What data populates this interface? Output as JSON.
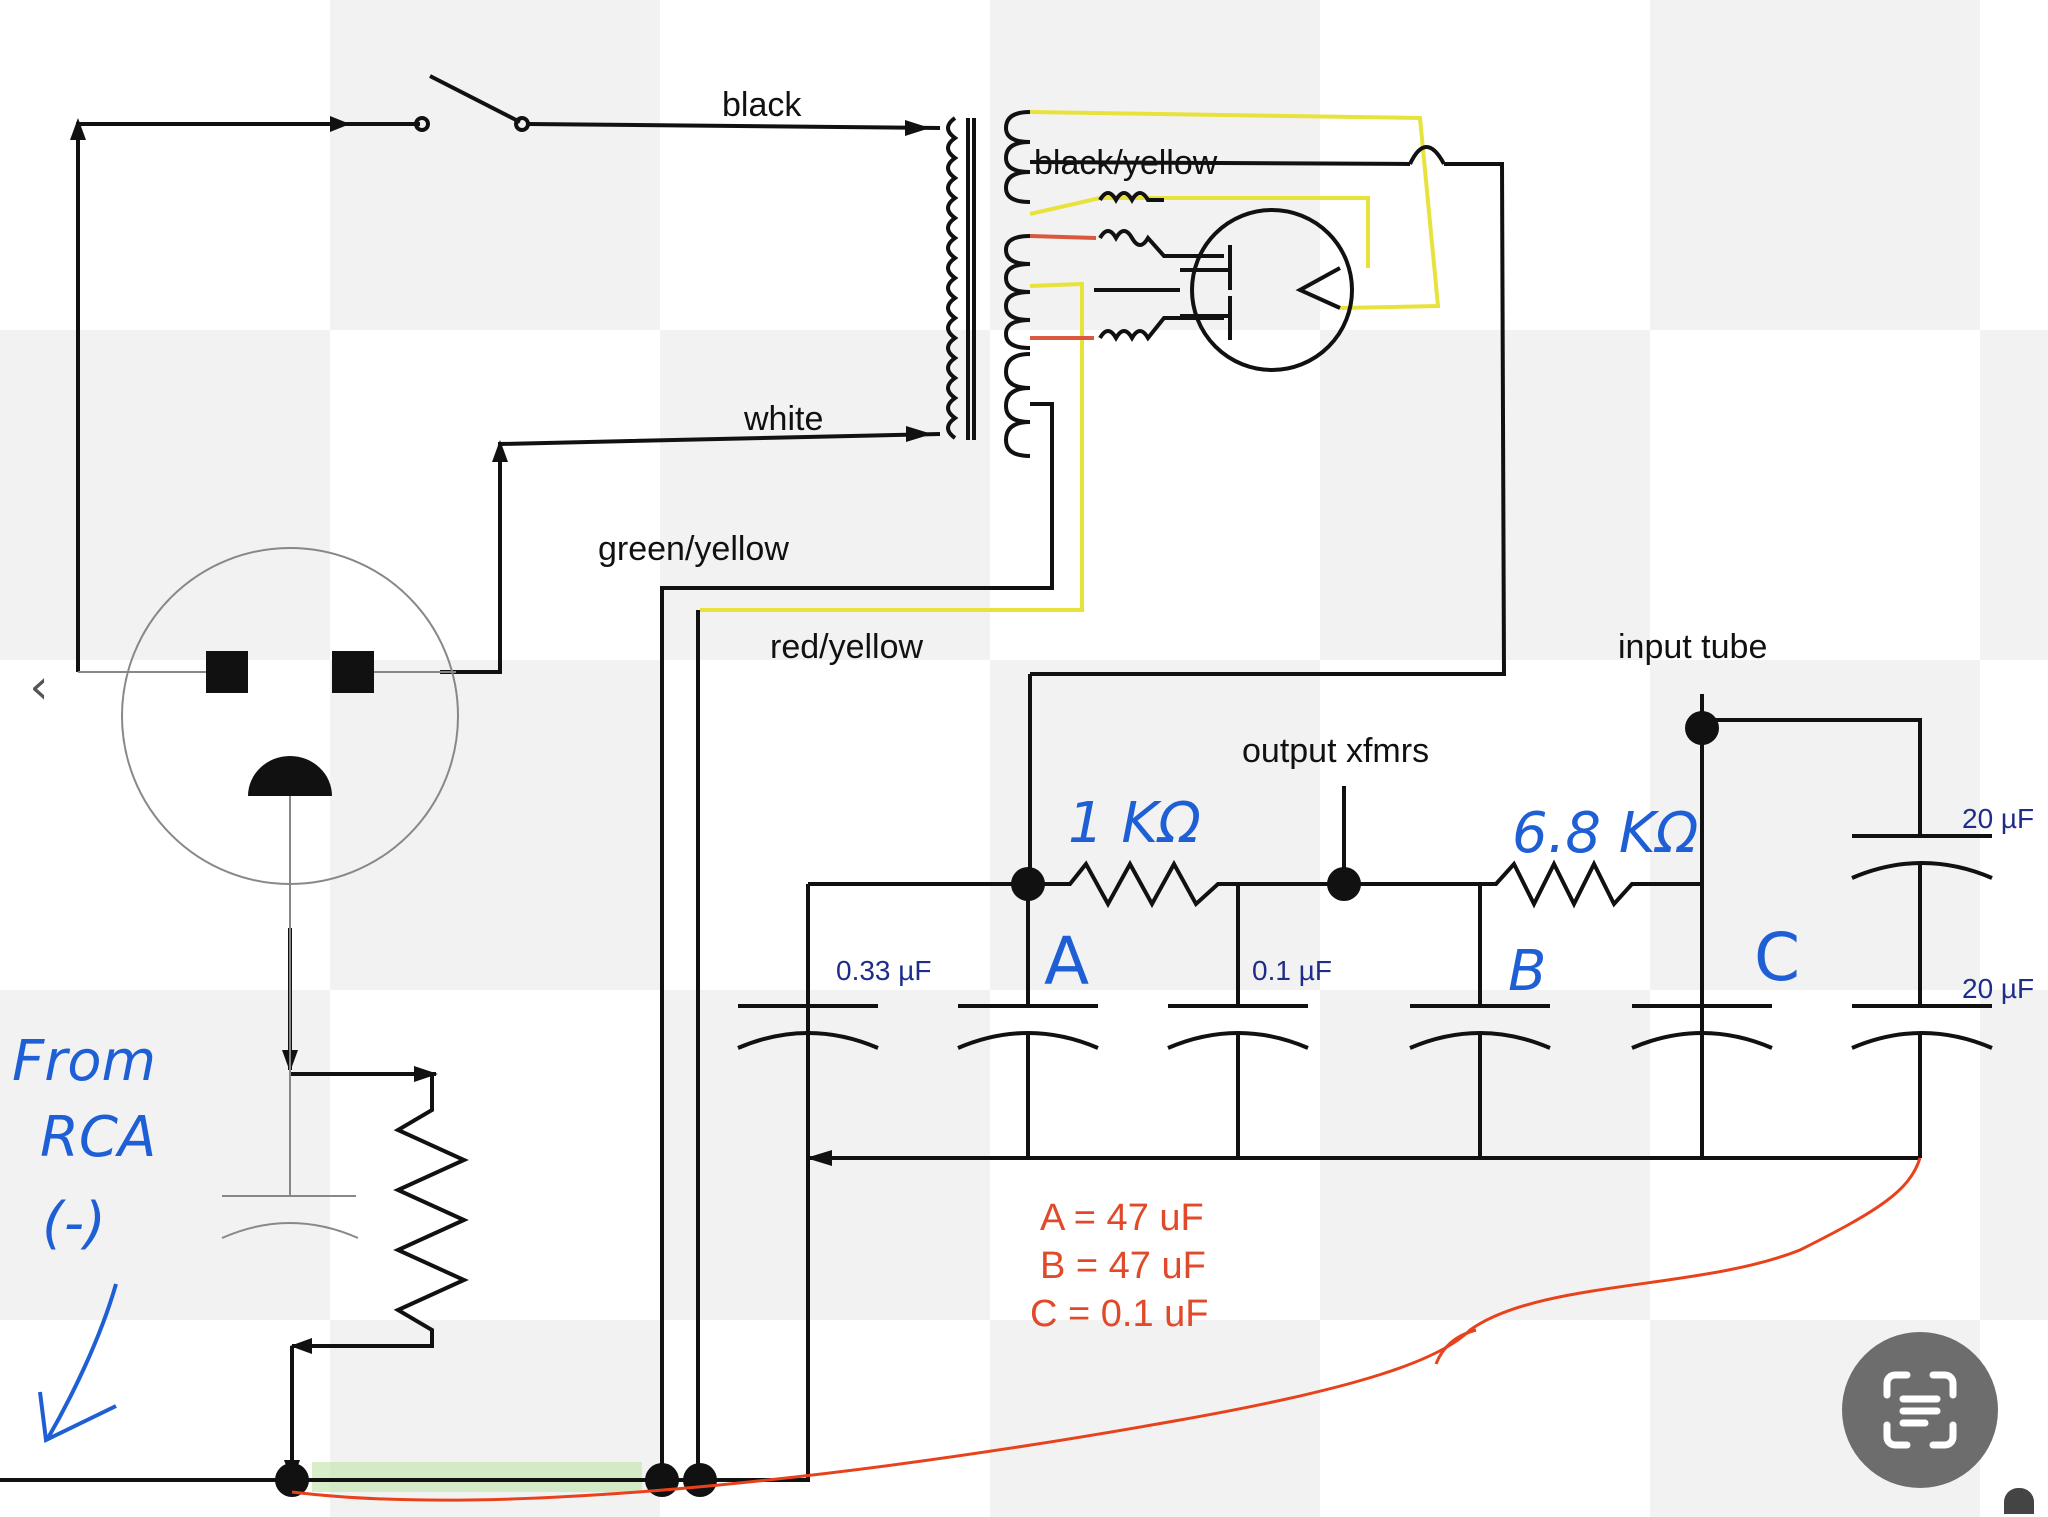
{
  "wires": {
    "black": "black",
    "black_yellow": "black/yellow",
    "white": "white",
    "green_yellow": "green/yellow",
    "red_yellow": "red/yellow"
  },
  "labels": {
    "input_tube": "input tube",
    "output_xfmrs": "output xfmrs"
  },
  "capacitors": {
    "c1": "0.33 µF",
    "c2": "0.1 µF",
    "c3_top": "20 µF",
    "c3_bottom": "20 µF"
  },
  "handwritten": {
    "r1": "1 KΩ",
    "r2": "6.8 KΩ",
    "a": "A",
    "b": "B",
    "c": "C",
    "from_line1": "From",
    "from_line2": "RCA",
    "from_line3": "(-)"
  },
  "notes": {
    "line1": "A = 47 uF",
    "line2": "B = 47 uF",
    "line3": "C = 0.1 uF"
  },
  "colors": {
    "wire": "#111111",
    "yellow_wire": "#e8e23c",
    "red_wire": "#d9583f",
    "annotation_blue": "#1f5fd6",
    "annotation_red": "#e04a2a"
  }
}
